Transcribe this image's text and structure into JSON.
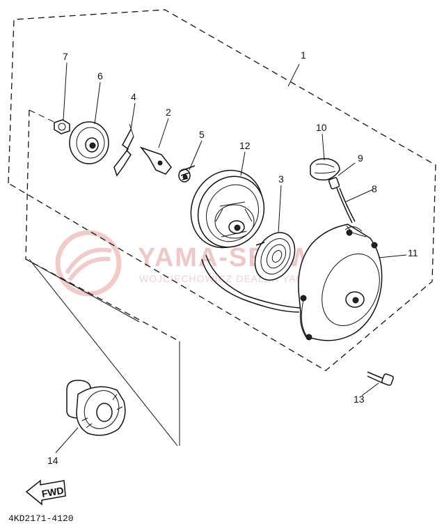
{
  "diagram": {
    "callouts": [
      {
        "id": "c1",
        "text": "1"
      },
      {
        "id": "c2",
        "text": "2"
      },
      {
        "id": "c3",
        "text": "3"
      },
      {
        "id": "c4",
        "text": "4"
      },
      {
        "id": "c5",
        "text": "5"
      },
      {
        "id": "c6",
        "text": "6"
      },
      {
        "id": "c7",
        "text": "7"
      },
      {
        "id": "c8",
        "text": "8"
      },
      {
        "id": "c9",
        "text": "9"
      },
      {
        "id": "c10",
        "text": "10"
      },
      {
        "id": "c11",
        "text": "11"
      },
      {
        "id": "c12",
        "text": "12"
      },
      {
        "id": "c13",
        "text": "13"
      },
      {
        "id": "c14",
        "text": "14"
      }
    ],
    "fwd_label": "FWD",
    "diagram_code": "4KD2171-4120",
    "watermark": {
      "title": "YAMA-SERWIS",
      "subtitle": "WOJCIECHOWICZ DEALER YAMAHA"
    }
  }
}
